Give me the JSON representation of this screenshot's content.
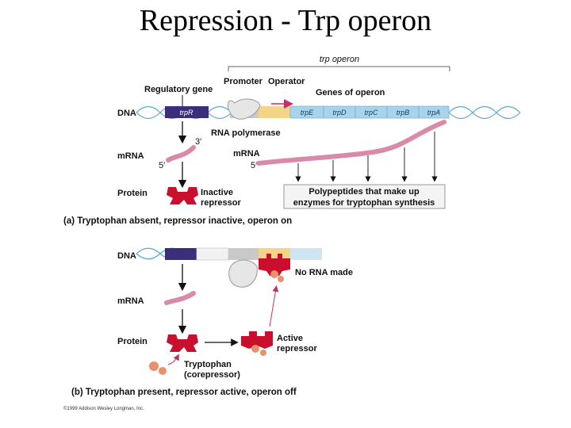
{
  "title": "Repression - Trp operon",
  "labels": {
    "trp_operon": "trp operon",
    "regulatory_gene": "Regulatory gene",
    "promoter": "Promoter",
    "operator": "Operator",
    "genes_of_operon": "Genes of operon",
    "dna": "DNA",
    "rna_polymerase": "RNA polymerase",
    "mrna": "mRNA",
    "protein": "Protein",
    "three_prime": "3′",
    "five_prime": "5′",
    "inactive_repressor_1": "Inactive",
    "inactive_repressor_2": "repressor",
    "polypeptides_1": "Polypeptides that make up",
    "polypeptides_2": "enzymes for tryptophan synthesis",
    "no_rna": "No RNA made",
    "active_repressor_1": "Active",
    "active_repressor_2": "repressor",
    "tryptophan_1": "Tryptophan",
    "tryptophan_2": "(corepressor)"
  },
  "genes": {
    "trpR": "trpR",
    "trpE": "trpE",
    "trpD": "trpD",
    "trpC": "trpC",
    "trpB": "trpB",
    "trpA": "trpA"
  },
  "captions": {
    "a": "(a) Tryptophan absent, repressor inactive, operon on",
    "b": "(b) Tryptophan present, repressor active, operon off"
  },
  "copyright": "©1999 Addison Wesley Longman, Inc.",
  "colors": {
    "regulatory_gene": "#3c2f7a",
    "operon_genes": "#a9d3ea",
    "promoter": "#c9c9c9",
    "operator": "#f3d58a",
    "mrna": "#d98aa8",
    "repressor": "#c8102e",
    "tryptophan": "#e8916a",
    "dna_strand": "#5aa7d4"
  }
}
